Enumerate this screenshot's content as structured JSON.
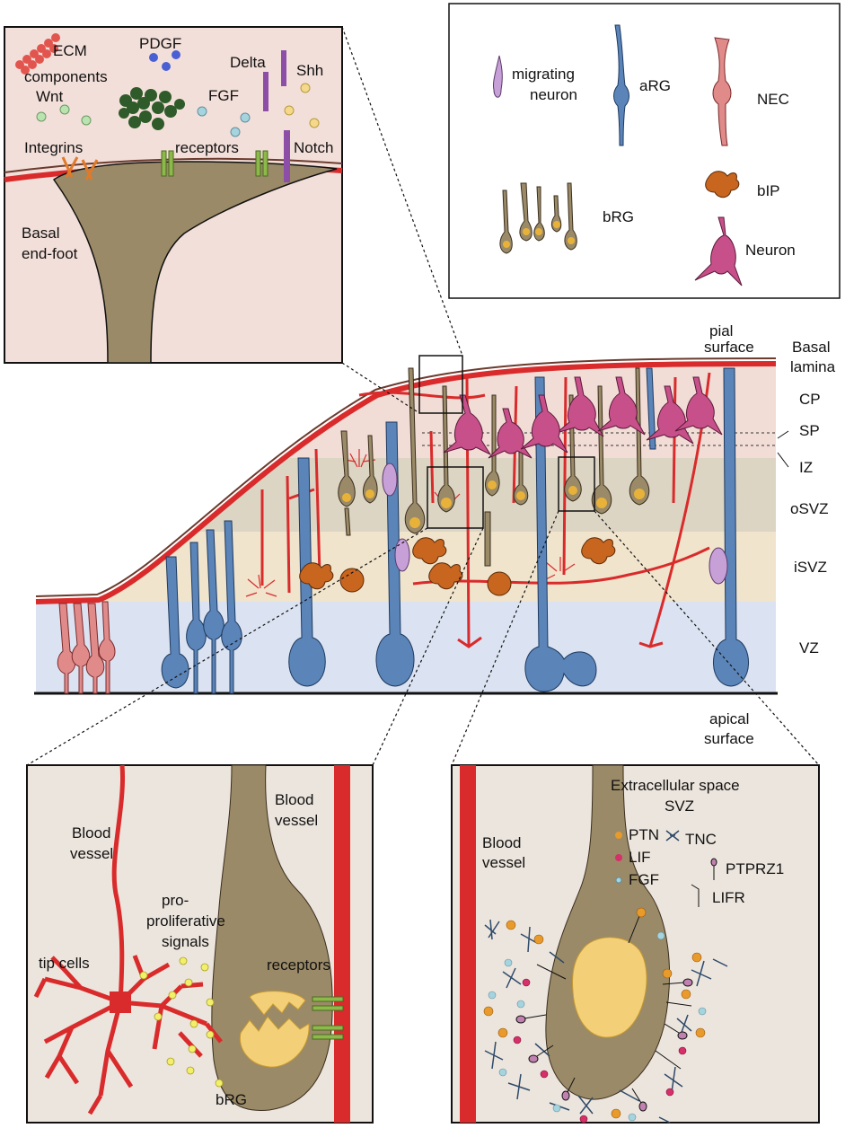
{
  "legend": {
    "migrating_neuron": "migrating neuron",
    "arg": "aRG",
    "nec": "NEC",
    "brg": "bRG",
    "bip": "bIP",
    "neuron": "Neuron"
  },
  "top_inset": {
    "ecm1": "ECM",
    "ecm2": "components",
    "pdgf": "PDGF",
    "wnt": "Wnt",
    "delta": "Delta",
    "shh": "Shh",
    "fgf": "FGF",
    "integrins": "Integrins",
    "receptors": "receptors",
    "notch": "Notch",
    "basal1": "Basal",
    "basal2": "end-foot"
  },
  "zones": {
    "pial1": "pial",
    "pial2": "surface",
    "basal1": "Basal",
    "basal2": "lamina",
    "cp": "CP",
    "sp": "SP",
    "iz": "IZ",
    "osvz": "oSVZ",
    "isvz": "iSVZ",
    "vz": "VZ",
    "apical1": "apical",
    "apical2": "surface"
  },
  "bottom_left": {
    "bv_left1": "Blood",
    "bv_left2": "vessel",
    "bv_right1": "Blood",
    "bv_right2": "vessel",
    "pro1": "pro-",
    "pro2": "proliferative",
    "pro3": "signals",
    "tip": "tip cells",
    "receptors": "receptors",
    "brg": "bRG"
  },
  "bottom_right": {
    "title1": "Extracellular space",
    "title2": "SVZ",
    "bv1": "Blood",
    "bv2": "vessel",
    "ptn": "PTN",
    "tnc": "TNC",
    "lif": "LIF",
    "ptprz1": "PTPRZ1",
    "fgf": "FGF",
    "lifr": "LIFR"
  },
  "colors": {
    "vessel": "#d92b2b",
    "cell_body": "#9a8a67",
    "arg": "#5b84b8",
    "nec": "#e08a8a",
    "neuron": "#c8508a",
    "bip": "#c8651f",
    "nucleus": "#e8b23a",
    "cp_band": "#f2dcd6",
    "osvz_band": "#ddd5c4",
    "isvz_band": "#f0e4cc",
    "vz_band": "#dbe3f2",
    "inset_bg": "#f3dfd9",
    "bottom_bg": "#ece5dd"
  }
}
